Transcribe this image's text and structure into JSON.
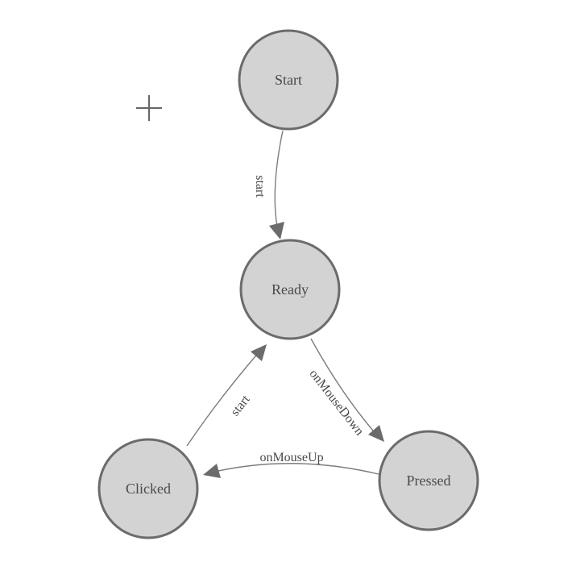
{
  "diagram": {
    "type": "state-machine",
    "background_color": "#ffffff",
    "colors": {
      "node_fill": "#d3d3d3",
      "node_stroke": "#6b6b6b",
      "edge_line": "#7d7d7d",
      "arrow_fill": "#6b6b6b",
      "label_text": "#4a4a4a",
      "crosshair": "#666666"
    },
    "nodes": [
      {
        "id": "start",
        "label": "Start"
      },
      {
        "id": "ready",
        "label": "Ready"
      },
      {
        "id": "clicked",
        "label": "Clicked"
      },
      {
        "id": "pressed",
        "label": "Pressed"
      }
    ],
    "edges": [
      {
        "from": "Start",
        "to": "Ready",
        "label": "start"
      },
      {
        "from": "Ready",
        "to": "Pressed",
        "label": "onMouseDown"
      },
      {
        "from": "Pressed",
        "to": "Clicked",
        "label": "onMouseUp"
      },
      {
        "from": "Clicked",
        "to": "Ready",
        "label": "start"
      }
    ]
  }
}
